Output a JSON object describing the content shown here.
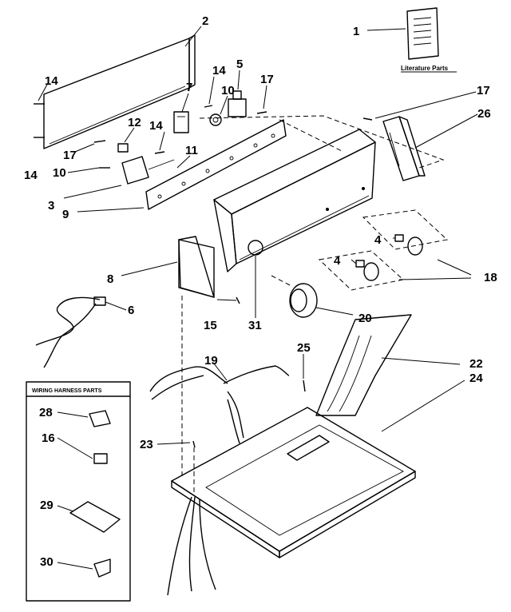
{
  "literature_label": "Literature Parts",
  "wiring_box_title": "WIRING HARNESS PARTS",
  "callouts": {
    "c1": "1",
    "c2": "2",
    "c3": "3",
    "c4a": "4",
    "c4b": "4",
    "c5": "5",
    "c6": "6",
    "c7": "7",
    "c8": "8",
    "c9": "9",
    "c10a": "10",
    "c10b": "10",
    "c11": "11",
    "c12": "12",
    "c14a": "14",
    "c14b": "14",
    "c14c": "14",
    "c14d": "14",
    "c15": "15",
    "c16": "16",
    "c17a": "17",
    "c17b": "17",
    "c17c": "17",
    "c18": "18",
    "c19": "19",
    "c20": "20",
    "c22": "22",
    "c23": "23",
    "c24": "24",
    "c25": "25",
    "c26": "26",
    "c28": "28",
    "c29": "29",
    "c30": "30",
    "c31": "31"
  }
}
